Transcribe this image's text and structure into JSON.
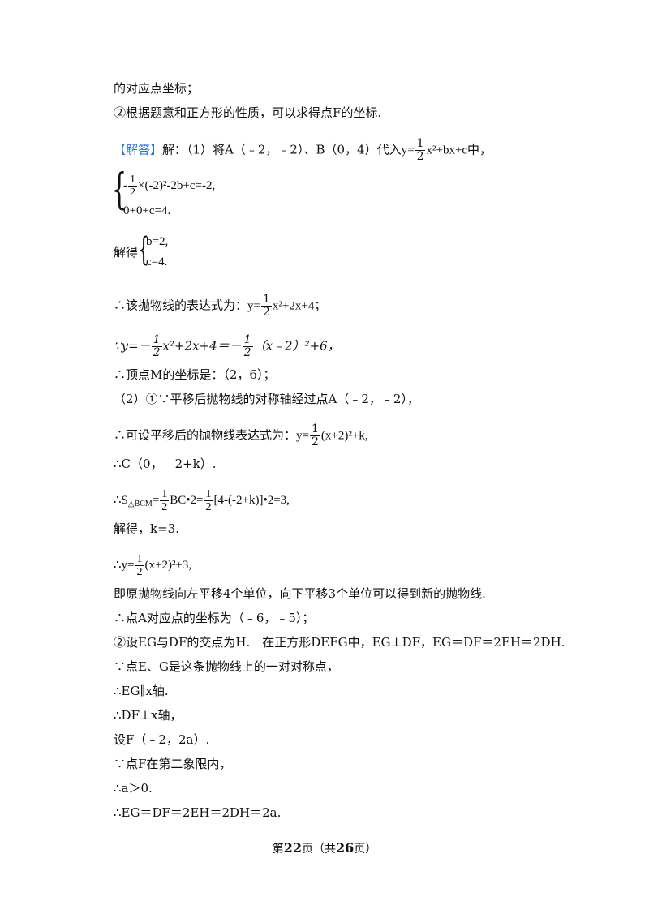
{
  "lines": {
    "l1": "的对应点坐标；",
    "l2": "②根据题意和正方形的性质，可以求得点F的坐标.",
    "l3_tag": "【解答】",
    "l3_a": "解：（1）将A（﹣2，﹣2）、B（0，4）代入",
    "l3_y": "y=",
    "l3_num": "1",
    "l3_den": "2",
    "l3_rest": "x²+bx+c中，",
    "sys1_neg": "-",
    "sys1_num": "1",
    "sys1_den": "2",
    "sys1_rest": "×(-2)²-2b+c=-2,",
    "sys2": "0+0+c=4.",
    "solve_prefix": "解得",
    "solve_b": "b=2,",
    "solve_c": "c=4.",
    "expr_prefix": "∴该抛物线的表达式为：",
    "expr_y": "y=",
    "expr_num": "1",
    "expr_den": "2",
    "expr_rest": "x²+2x+4；",
    "vertex_pre": "∵y=－",
    "vertex_num1": "1",
    "vertex_den1": "2",
    "vertex_mid": "x²+2x+4＝－",
    "vertex_num2": "1",
    "vertex_den2": "2",
    "vertex_rest": "（x﹣2）²+6，",
    "m_coord": "∴顶点M的坐标是：（2，6）；",
    "p2": "（2）①∵平移后抛物线的对称轴经过点A（﹣2，﹣2），",
    "p2b_prefix": "∴可设平移后的抛物线表达式为：",
    "p2b_y": "y=",
    "p2b_num": "1",
    "p2b_den": "2",
    "p2b_rest": "(x+2)²+k,",
    "c_coord": "∴C（0，﹣2+k）.",
    "s_prefix": "∴S",
    "s_sub": "△BCM",
    "s_eq": "=",
    "s_num1": "1",
    "s_den1": "2",
    "s_mid": "BC•2=",
    "s_num2": "1",
    "s_den2": "2",
    "s_rest": "[4-(-2+k)]•2=3,",
    "k_val": "解得，k=3.",
    "y3_prefix": "∴y=",
    "y3_num": "1",
    "y3_den": "2",
    "y3_rest": "(x+2)²+3,",
    "shift": "即原抛物线向左平移4个单位，向下平移3个单位可以得到新的抛物线.",
    "a_coord": "∴点A对应点的坐标为（﹣6，﹣5）；",
    "p3": "②设EG与DF的交点为H.　在正方形DEFG中，EG⊥DF，EG＝DF＝2EH＝2DH.",
    "p4": "∵点E、G是这条抛物线上的一对对称点，",
    "p5": "∴EG∥x轴.",
    "p6": "∴DF⊥x轴，",
    "p7": "设F（﹣2，2a）.",
    "p8": "∵点F在第二象限内，",
    "p9": "∴a＞0.",
    "p10": "∴EG＝DF＝2EH＝2DH＝2a."
  },
  "footer": {
    "pre": "第",
    "page": "22",
    "mid": "页（共",
    "total": "26",
    "post": "页）"
  },
  "colors": {
    "tag": "#2f6fd6"
  }
}
